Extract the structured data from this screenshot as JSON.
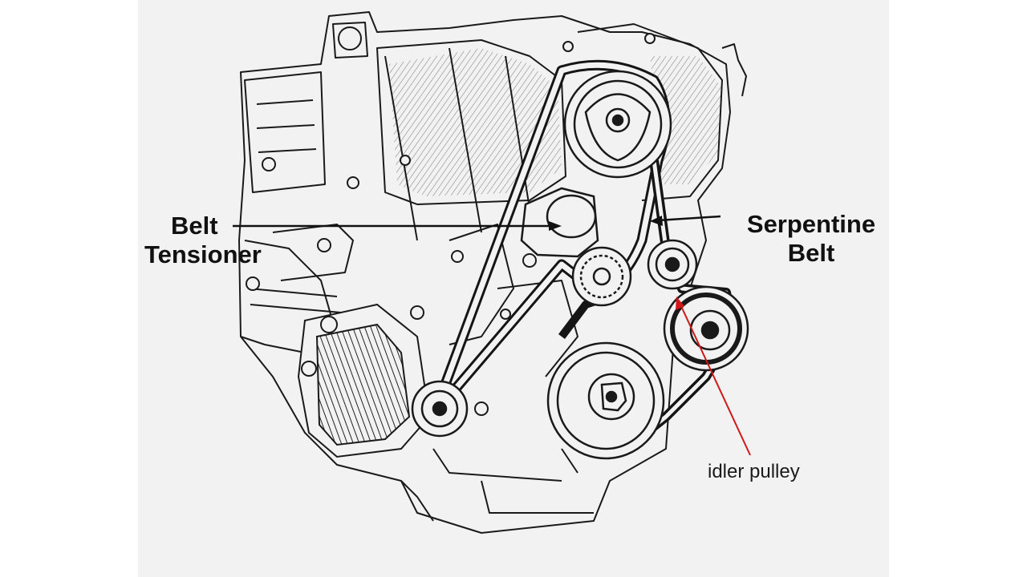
{
  "labels": {
    "tensioner_line1": "Belt",
    "tensioner_line2": "Tensioner",
    "serpentine_line1": "Serpentine",
    "serpentine_line2": "Belt",
    "idler": "idler pulley"
  },
  "colors": {
    "ink": "#111111",
    "panel": "#f2f2f2",
    "arrow_black": "#111111",
    "arrow_red": "#d01818"
  }
}
